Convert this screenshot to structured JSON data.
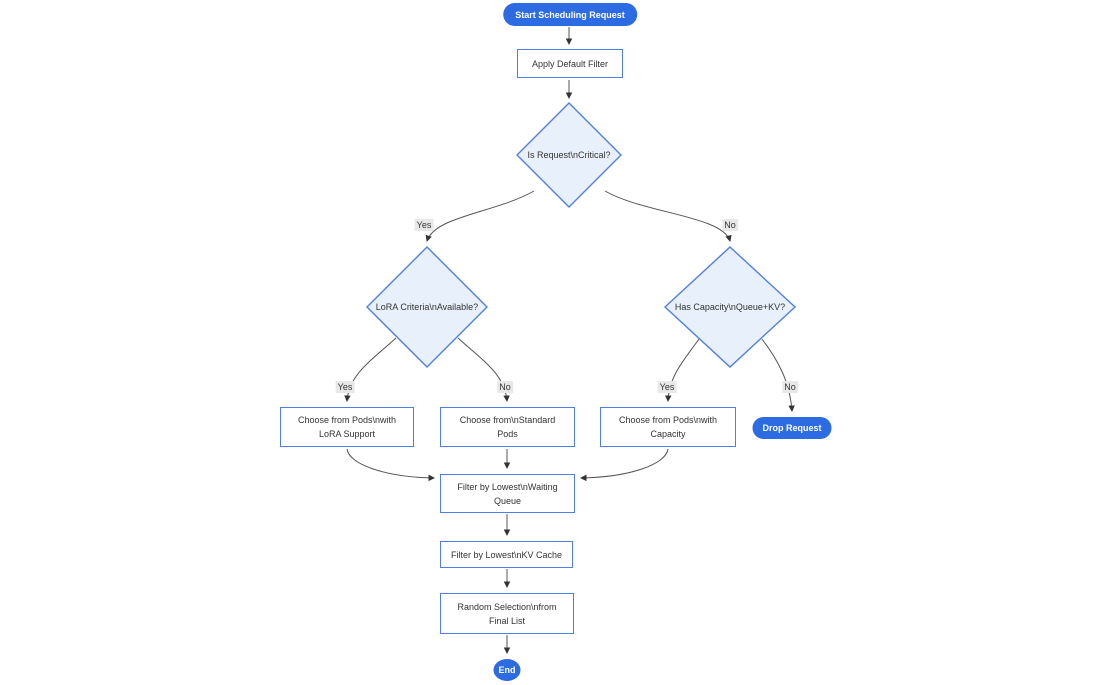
{
  "colors": {
    "accent_blue": "#2c6be2",
    "node_stroke": "#4f7fe6",
    "diamond_fill": "#e8f1fb",
    "node_fill": "#ffffff",
    "text_color": "#333333",
    "edge_color": "#555555",
    "edge_label_bg": "#e8e8e8"
  },
  "nodes": {
    "start": {
      "label": "Start Scheduling Request"
    },
    "apply_filter": {
      "label": "Apply Default Filter"
    },
    "is_critical": {
      "label": "Is Request\\nCritical?"
    },
    "lora_available": {
      "label": "LoRA Criteria\\nAvailable?"
    },
    "has_capacity": {
      "label": "Has Capacity\\nQueue+KV?"
    },
    "pods_lora": {
      "label": "Choose from Pods\\nwith\nLoRA Support"
    },
    "pods_standard": {
      "label": "Choose from\\nStandard\nPods"
    },
    "pods_capacity": {
      "label": "Choose from Pods\\nwith\nCapacity"
    },
    "drop_request": {
      "label": "Drop Request"
    },
    "filter_waiting": {
      "label": "Filter by Lowest\\nWaiting\nQueue"
    },
    "filter_kv": {
      "label": "Filter by Lowest\\nKV Cache"
    },
    "random_selection": {
      "label": "Random Selection\\nfrom\nFinal List"
    },
    "end": {
      "label": "End"
    }
  },
  "edge_labels": {
    "critical_yes": "Yes",
    "critical_no": "No",
    "lora_yes": "Yes",
    "lora_no": "No",
    "capacity_yes": "Yes",
    "capacity_no": "No"
  }
}
